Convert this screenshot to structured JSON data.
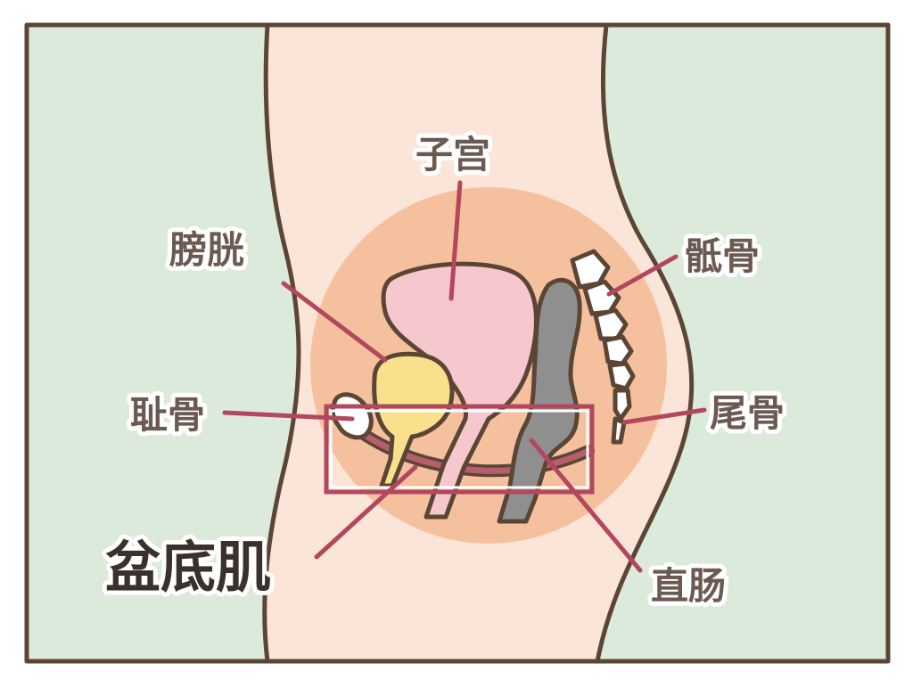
{
  "labels": {
    "uterus": "子宫",
    "bladder": "膀胱",
    "sacrum": "骶骨",
    "pubic_bone": "耻骨",
    "coccyx": "尾骨",
    "pelvic_floor": "盆底肌",
    "rectum": "直肠"
  },
  "colors": {
    "background": "#dbeadb",
    "skin": "#fbe5d8",
    "pelvis_area": "#f5c09e",
    "uterus": "#f6c8cd",
    "bladder": "#f8e08c",
    "rectum": "#8f8f8f",
    "bone": "#ffffff",
    "pelvic_floor_muscle": "#b55e6c",
    "highlight_box": "#b2475d"
  }
}
